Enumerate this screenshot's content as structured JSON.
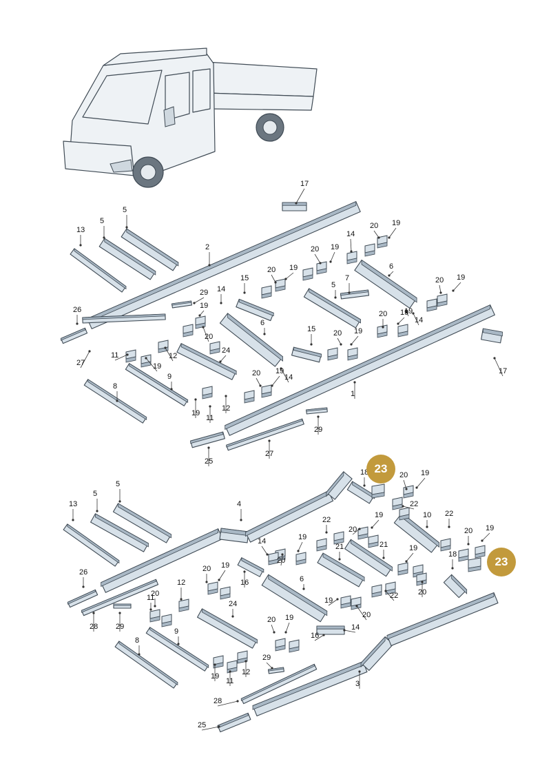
{
  "colors": {
    "part_fill": "#d7e1e9",
    "part_shade": "#a9b8c5",
    "part_stroke": "#3f4a54",
    "leader": "#333333",
    "badge": "#c29a3c",
    "badge_text": "#ffffff"
  },
  "vehicle": {
    "icon": "double-cab-pickup-truck-icon"
  },
  "highlight_part": "23",
  "callouts": [
    {
      "id": "c17a",
      "text": "17"
    },
    {
      "id": "c5a",
      "text": "5"
    },
    {
      "id": "c13a",
      "text": "13"
    },
    {
      "id": "c5b",
      "text": "5"
    },
    {
      "id": "c2",
      "text": "2"
    },
    {
      "id": "c20a",
      "text": "20"
    },
    {
      "id": "c19a",
      "text": "19"
    },
    {
      "id": "c14a",
      "text": "14"
    },
    {
      "id": "c20b",
      "text": "20"
    },
    {
      "id": "c19b",
      "text": "19"
    },
    {
      "id": "c6a",
      "text": "6"
    },
    {
      "id": "c20c",
      "text": "20"
    },
    {
      "id": "c19c",
      "text": "19"
    },
    {
      "id": "c15a",
      "text": "15"
    },
    {
      "id": "c5c",
      "text": "5"
    },
    {
      "id": "c7",
      "text": "7"
    },
    {
      "id": "c20d",
      "text": "20"
    },
    {
      "id": "c19d",
      "text": "19"
    },
    {
      "id": "c29a",
      "text": "29"
    },
    {
      "id": "c14b",
      "text": "14"
    },
    {
      "id": "c19e",
      "text": "19"
    },
    {
      "id": "c26a",
      "text": "26"
    },
    {
      "id": "c20e",
      "text": "20"
    },
    {
      "id": "c19f",
      "text": "19"
    },
    {
      "id": "c14c",
      "text": "14"
    },
    {
      "id": "c20f",
      "text": "20"
    },
    {
      "id": "c19g",
      "text": "19"
    },
    {
      "id": "c6b",
      "text": "6"
    },
    {
      "id": "c15b",
      "text": "15"
    },
    {
      "id": "c20g",
      "text": "20"
    },
    {
      "id": "c19h",
      "text": "19"
    },
    {
      "id": "c17b",
      "text": "17"
    },
    {
      "id": "c27a",
      "text": "27"
    },
    {
      "id": "c11a",
      "text": "11"
    },
    {
      "id": "c19i",
      "text": "19"
    },
    {
      "id": "c12a",
      "text": "12"
    },
    {
      "id": "c24a",
      "text": "24"
    },
    {
      "id": "c20h",
      "text": "20"
    },
    {
      "id": "c19j",
      "text": "19"
    },
    {
      "id": "c14d",
      "text": "14"
    },
    {
      "id": "c9a",
      "text": "9"
    },
    {
      "id": "c1",
      "text": "1"
    },
    {
      "id": "c8a",
      "text": "8"
    },
    {
      "id": "c19k",
      "text": "19"
    },
    {
      "id": "c11b",
      "text": "11"
    },
    {
      "id": "c12b",
      "text": "12"
    },
    {
      "id": "c29b",
      "text": "29"
    },
    {
      "id": "c25a",
      "text": "25"
    },
    {
      "id": "c27b",
      "text": "27"
    },
    {
      "id": "c18a",
      "text": "18"
    },
    {
      "id": "c20i",
      "text": "20"
    },
    {
      "id": "c19l",
      "text": "19"
    },
    {
      "id": "c22a",
      "text": "22"
    },
    {
      "id": "c5d",
      "text": "5"
    },
    {
      "id": "c5e",
      "text": "5"
    },
    {
      "id": "c13b",
      "text": "13"
    },
    {
      "id": "c4",
      "text": "4"
    },
    {
      "id": "c22b",
      "text": "22"
    },
    {
      "id": "c20j",
      "text": "20"
    },
    {
      "id": "c19m",
      "text": "19"
    },
    {
      "id": "c10",
      "text": "10"
    },
    {
      "id": "c22c",
      "text": "22"
    },
    {
      "id": "c20k",
      "text": "20"
    },
    {
      "id": "c19n",
      "text": "19"
    },
    {
      "id": "c14e",
      "text": "14"
    },
    {
      "id": "c19o",
      "text": "19"
    },
    {
      "id": "c21a",
      "text": "21"
    },
    {
      "id": "c21b",
      "text": "21"
    },
    {
      "id": "c19p",
      "text": "19"
    },
    {
      "id": "c20l",
      "text": "20"
    },
    {
      "id": "c18b",
      "text": "18"
    },
    {
      "id": "c20m",
      "text": "20"
    },
    {
      "id": "c16a",
      "text": "16"
    },
    {
      "id": "c6c",
      "text": "6"
    },
    {
      "id": "c22d",
      "text": "22"
    },
    {
      "id": "c26b",
      "text": "26"
    },
    {
      "id": "c20n",
      "text": "20"
    },
    {
      "id": "c19q",
      "text": "19"
    },
    {
      "id": "c12c",
      "text": "12"
    },
    {
      "id": "c20o",
      "text": "20"
    },
    {
      "id": "c19r",
      "text": "19"
    },
    {
      "id": "c20p",
      "text": "20"
    },
    {
      "id": "c28a",
      "text": "28"
    },
    {
      "id": "c29c",
      "text": "29"
    },
    {
      "id": "c11c",
      "text": "11"
    },
    {
      "id": "c24b",
      "text": "24"
    },
    {
      "id": "c20q",
      "text": "20"
    },
    {
      "id": "c19s",
      "text": "19"
    },
    {
      "id": "c14f",
      "text": "14"
    },
    {
      "id": "c16b",
      "text": "16"
    },
    {
      "id": "c9b",
      "text": "9"
    },
    {
      "id": "c8b",
      "text": "8"
    },
    {
      "id": "c29d",
      "text": "29"
    },
    {
      "id": "c19t",
      "text": "19"
    },
    {
      "id": "c11d",
      "text": "11"
    },
    {
      "id": "c12d",
      "text": "12"
    },
    {
      "id": "c3",
      "text": "3"
    },
    {
      "id": "c28b",
      "text": "28"
    },
    {
      "id": "c25b",
      "text": "25"
    }
  ],
  "badges": [
    {
      "id": "b1",
      "text": "23"
    },
    {
      "id": "b2",
      "text": "23"
    }
  ]
}
